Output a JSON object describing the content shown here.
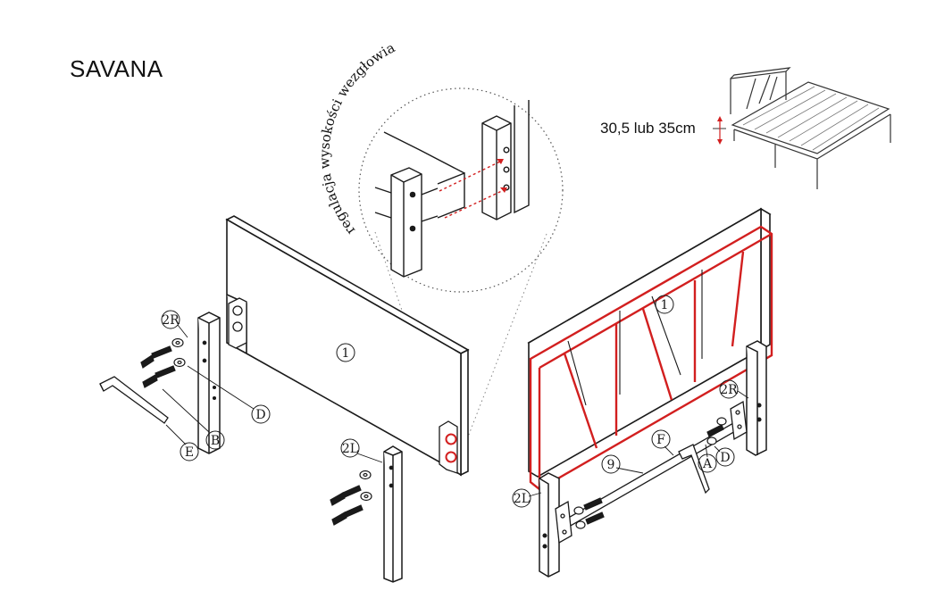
{
  "title": "SAVANA",
  "inset": {
    "height_note": "30,5 lub 35cm",
    "arc_label": "regulacja wysokości wezgłowia"
  },
  "parts": {
    "headboard": "1",
    "leg_right": "2R",
    "leg_left": "2L",
    "hex_key": "E",
    "bolt": "B",
    "washer": "D",
    "nut": "A",
    "rail": "9",
    "rail_bracket": "F"
  },
  "colors": {
    "line": "#1a1a1a",
    "highlight": "#d21f1f",
    "dotted": "#555555"
  }
}
